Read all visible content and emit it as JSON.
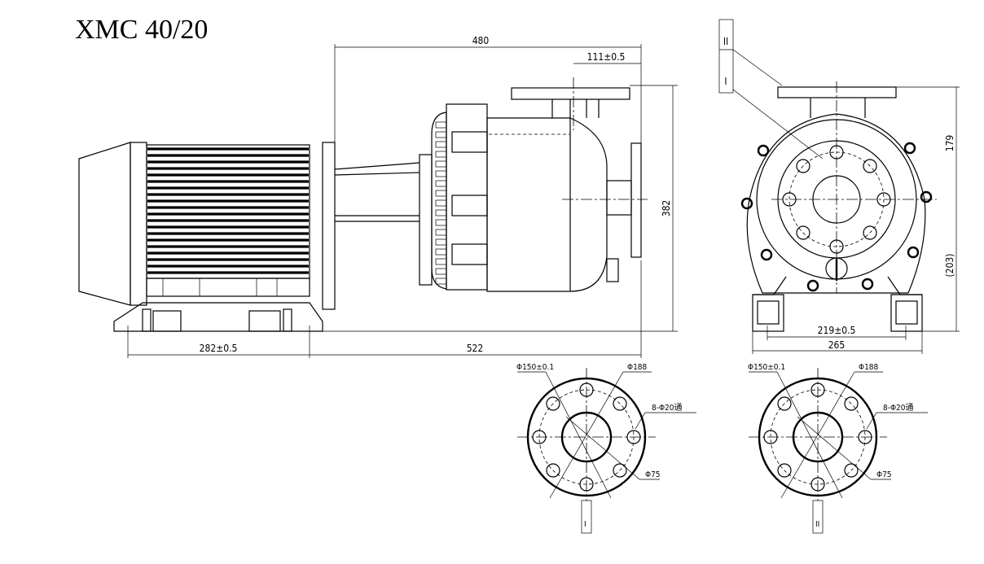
{
  "title": "XMC 40/20",
  "side_view": {
    "overall_length": "480",
    "outlet_offset": "111±0.5",
    "height": "382",
    "foot_spacing": "282±0.5",
    "total_length": "522"
  },
  "front_view": {
    "upper_height": "179",
    "lower_height": "(203)",
    "foot_bolt_spacing": "219±0.5",
    "base_width": "265",
    "marker_upper": "II",
    "marker_lower": "I"
  },
  "flanges": [
    {
      "pcd": "Φ150±0.1",
      "outer": "Φ188",
      "holes": "8-Φ20通",
      "bore": "Φ75",
      "marker": "I"
    },
    {
      "pcd": "Φ150±0.1",
      "outer": "Φ188",
      "holes": "8-Φ20通",
      "bore": "Φ75",
      "marker": "II"
    }
  ]
}
